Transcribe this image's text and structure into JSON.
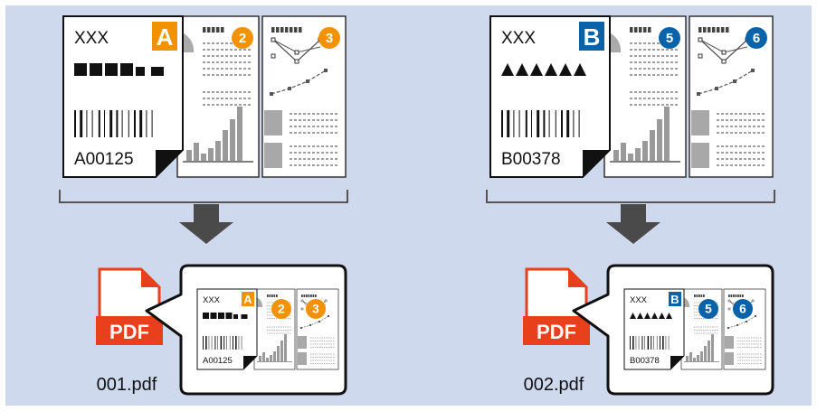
{
  "groups": [
    {
      "doc_title": "XXX",
      "separator_letter": "A",
      "separator_color": "#f39200",
      "barcode_text": "A00125",
      "page_badges": [
        "2",
        "3"
      ],
      "badge_color": "#f39200",
      "symbol_style": "bars",
      "pdf_label": "PDF",
      "pdf_color": "#e8401c",
      "file_name": "001.pdf"
    },
    {
      "doc_title": "XXX",
      "separator_letter": "B",
      "separator_color": "#0a62a8",
      "barcode_text": "B00378",
      "page_badges": [
        "5",
        "6"
      ],
      "badge_color": "#0a62a8",
      "symbol_style": "triangles",
      "pdf_label": "PDF",
      "pdf_color": "#e8401c",
      "file_name": "002.pdf"
    }
  ],
  "colors": {
    "background": "#cfd9ee",
    "arrow": "#4a4a4a",
    "page_border": "#333333"
  }
}
